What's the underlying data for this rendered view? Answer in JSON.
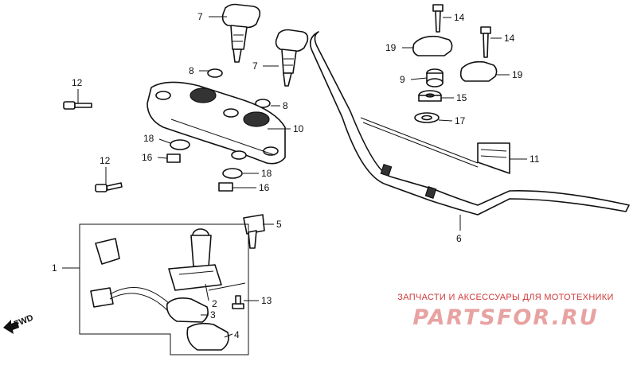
{
  "callouts": [
    {
      "id": "7a",
      "label": "7"
    },
    {
      "id": "7b",
      "label": "7"
    },
    {
      "id": "8a",
      "label": "8"
    },
    {
      "id": "8b",
      "label": "8"
    },
    {
      "id": "12a",
      "label": "12"
    },
    {
      "id": "12b",
      "label": "12"
    },
    {
      "id": "10",
      "label": "10"
    },
    {
      "id": "18a",
      "label": "18"
    },
    {
      "id": "18b",
      "label": "18"
    },
    {
      "id": "16a",
      "label": "16"
    },
    {
      "id": "16b",
      "label": "16"
    },
    {
      "id": "14a",
      "label": "14"
    },
    {
      "id": "14b",
      "label": "14"
    },
    {
      "id": "19a",
      "label": "19"
    },
    {
      "id": "19b",
      "label": "19"
    },
    {
      "id": "9",
      "label": "9"
    },
    {
      "id": "15",
      "label": "15"
    },
    {
      "id": "17",
      "label": "17"
    },
    {
      "id": "11",
      "label": "11"
    },
    {
      "id": "6",
      "label": "6"
    },
    {
      "id": "5",
      "label": "5"
    },
    {
      "id": "1",
      "label": "1"
    },
    {
      "id": "2",
      "label": "2"
    },
    {
      "id": "3",
      "label": "3"
    },
    {
      "id": "4",
      "label": "4"
    },
    {
      "id": "13",
      "label": "13"
    }
  ],
  "direction_marker": {
    "label": "FWD"
  },
  "watermark": {
    "caption": "ЗАПЧАСТИ И АКСЕССУАРЫ ДЛЯ МОТОТЕХНИКИ",
    "logo_text": "PARTSFOR.RU"
  }
}
